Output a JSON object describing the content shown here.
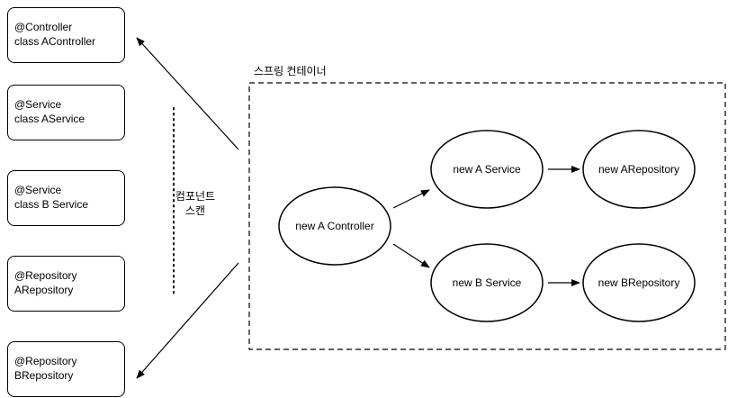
{
  "bean_classes": [
    {
      "annotation": "@Controller",
      "name": "class AController"
    },
    {
      "annotation": "@Service",
      "name": "class AService"
    },
    {
      "annotation": "@Service",
      "name": "class B Service"
    },
    {
      "annotation": "@Repository",
      "name": "ARepository"
    },
    {
      "annotation": "@Repository",
      "name": "BRepository"
    }
  ],
  "scan": {
    "label": "컴포넌트\n스캔"
  },
  "container": {
    "label": "스프링 컨테이너"
  },
  "nodes": {
    "controller": "new  A Controller",
    "a_service": "new  A Service",
    "b_service": "new  B Service",
    "a_repository": "new  ARepository",
    "b_repository": "new  BRepository"
  }
}
